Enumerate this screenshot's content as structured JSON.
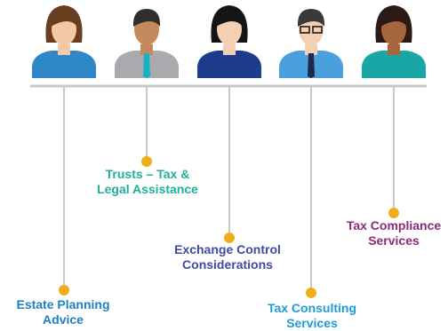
{
  "diagram": {
    "timeline_color": "#c8c8c8",
    "dot_color": "#f0ad1b",
    "people": [
      {
        "name": "person-1",
        "skin": "#f2c8a6",
        "hair": "#6a3d1e",
        "shirt": "#2f86c9"
      },
      {
        "name": "person-2",
        "skin": "#c48a5c",
        "hair": "#2f2f2f",
        "shirt": "#a9aaae",
        "tie": "#15b3c1"
      },
      {
        "name": "person-3",
        "skin": "#f4cfb2",
        "hair": "#151515",
        "shirt": "#1e3c8c"
      },
      {
        "name": "person-4",
        "skin": "#f4cfb2",
        "hair": "#3a3a3a",
        "shirt": "#4aa0dd",
        "tie": "#1e2a4c",
        "glasses": true
      },
      {
        "name": "person-5",
        "skin": "#a6653b",
        "hair": "#2a1b14",
        "shirt": "#19a6a5"
      }
    ],
    "items": [
      {
        "id": 0,
        "lines": [
          "Estate Planning",
          "Advice"
        ],
        "color": "#1f7fc4"
      },
      {
        "id": 1,
        "lines": [
          "Trusts – Tax &",
          "Legal Assistance"
        ],
        "color": "#1fb09a"
      },
      {
        "id": 2,
        "lines": [
          "Exchange Control",
          "Considerations"
        ],
        "color": "#3f4aa0"
      },
      {
        "id": 3,
        "lines": [
          "Tax Consulting",
          "Services"
        ],
        "color": "#1f9bd6"
      },
      {
        "id": 4,
        "lines": [
          "Tax Compliance",
          "Services"
        ],
        "color": "#8a2a7c"
      }
    ]
  }
}
